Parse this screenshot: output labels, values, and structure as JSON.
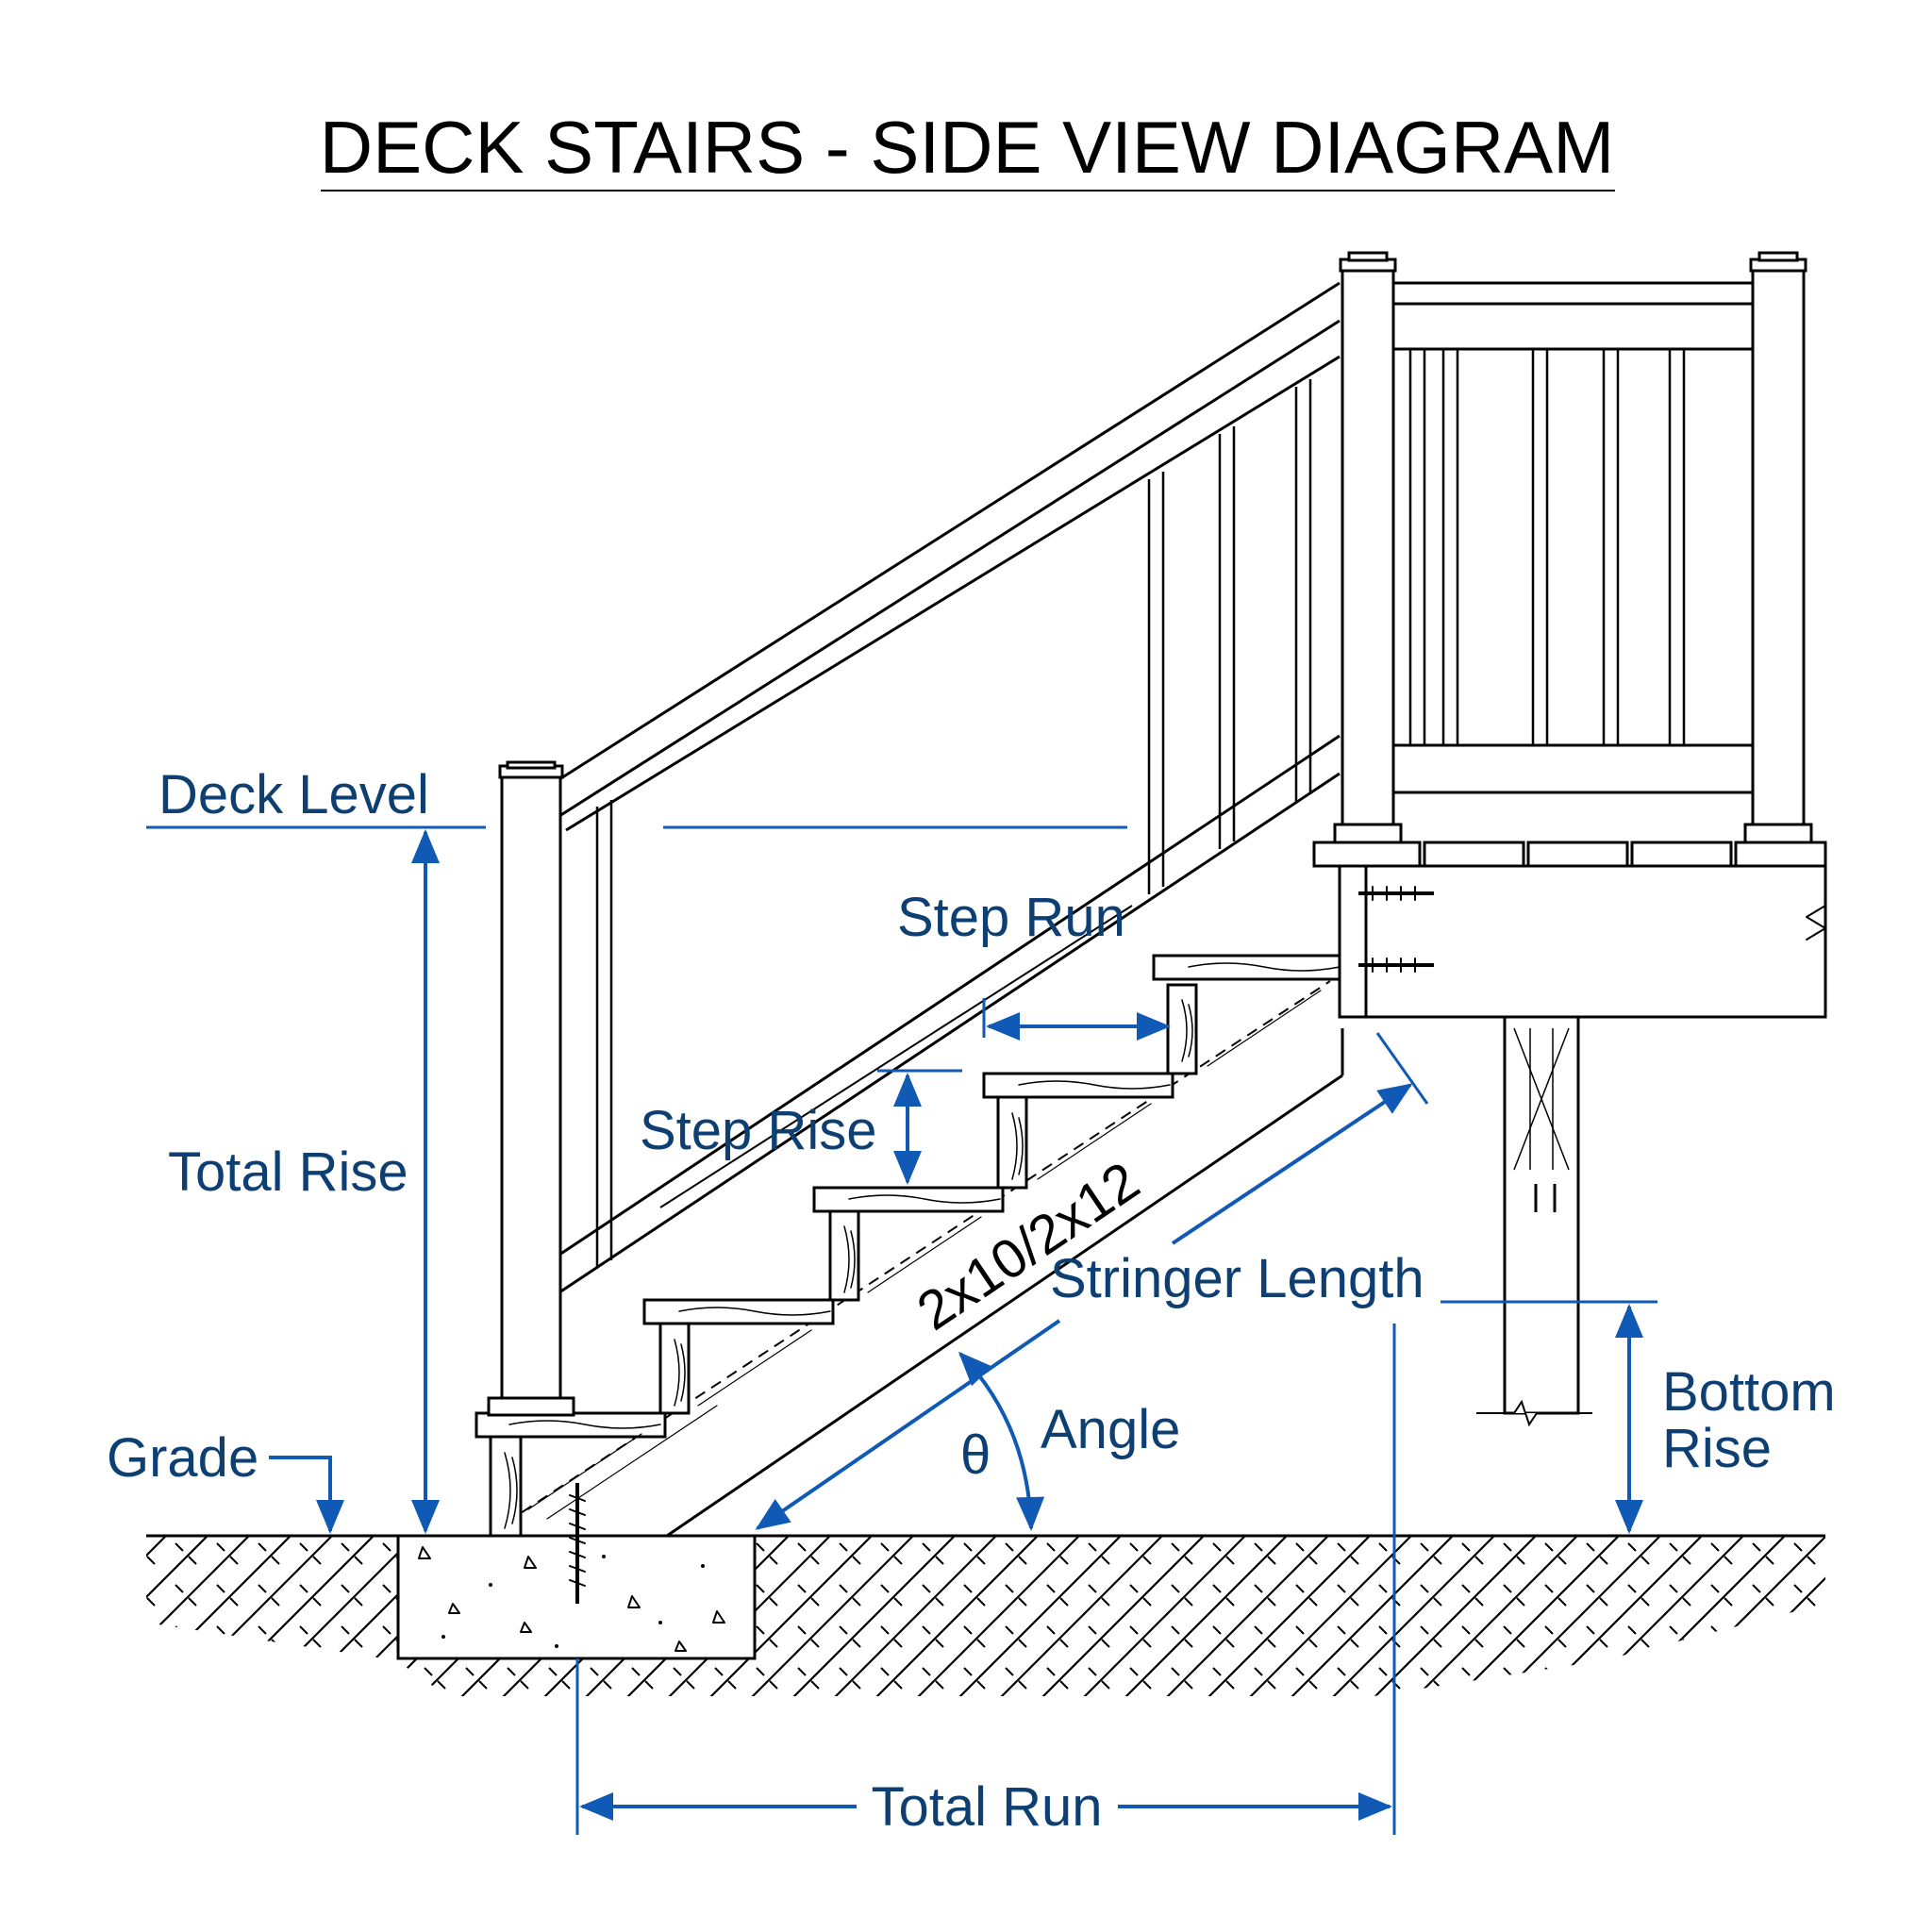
{
  "title": "DECK STAIRS - SIDE VIEW DIAGRAM",
  "colors": {
    "dimension": "#1059b5",
    "label": "#0d3f73",
    "ink": "#000000"
  },
  "labels": {
    "deck_level": "Deck Level",
    "step_run": "Step Run",
    "step_rise": "Step Rise",
    "total_rise": "Total Rise",
    "stringer_size": "2x10/2x12",
    "stringer_length": "Stringer Length",
    "angle_symbol": "θ",
    "angle": "Angle",
    "grade": "Grade",
    "bottom_rise_line1": "Bottom",
    "bottom_rise_line2": "Rise",
    "total_run": "Total Run"
  }
}
